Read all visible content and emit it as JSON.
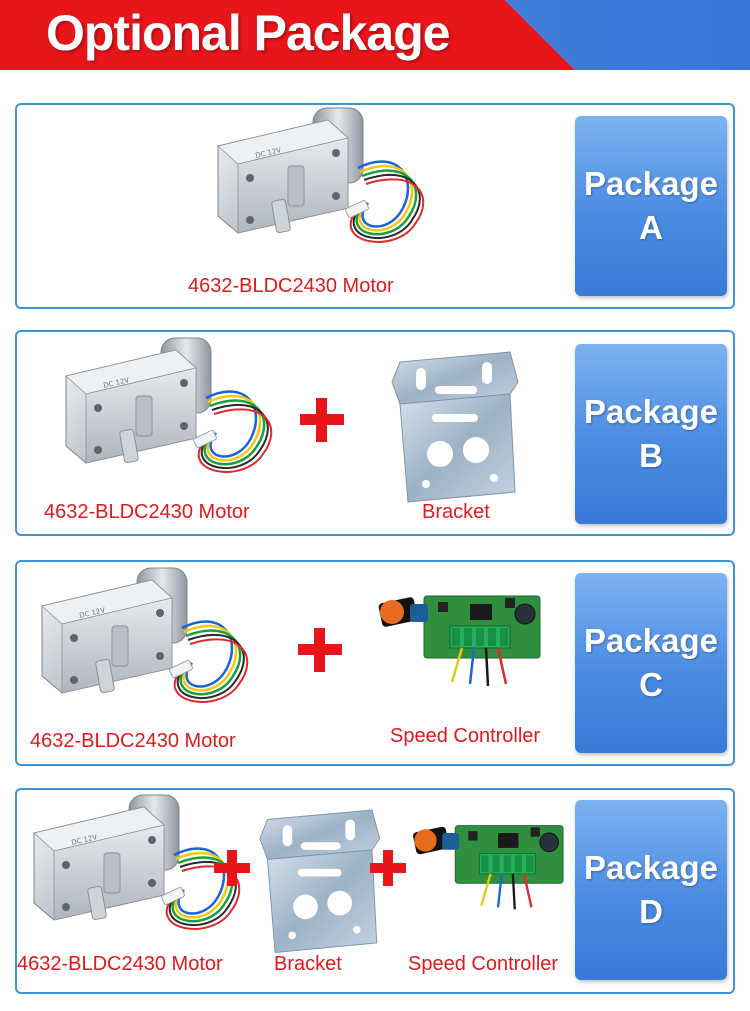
{
  "header": {
    "title": "Optional Package"
  },
  "labels": {
    "motor": "4632-BLDC2430 Motor",
    "bracket": "Bracket",
    "controller": "Speed Controller"
  },
  "packages": [
    {
      "word": "Package",
      "letter": "A"
    },
    {
      "word": "Package",
      "letter": "B"
    },
    {
      "word": "Package",
      "letter": "C"
    },
    {
      "word": "Package",
      "letter": "D"
    }
  ],
  "colors": {
    "accent_red": "#e8151b",
    "accent_blue": "#3676d8",
    "card_border": "#3b95d6",
    "label_red": "#e01a1a"
  },
  "icons": [
    "motor-icon",
    "bracket-icon",
    "speed-controller-icon",
    "plus-icon"
  ]
}
